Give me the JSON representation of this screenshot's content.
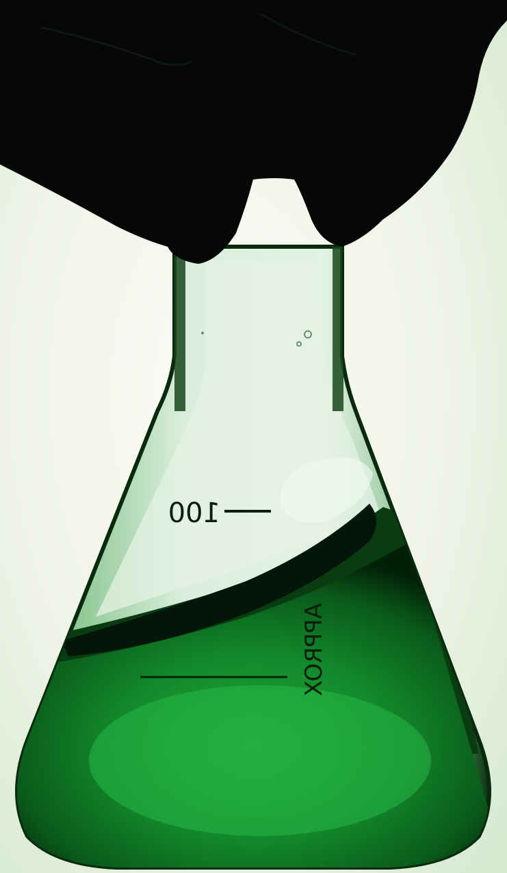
{
  "image": {
    "subject": "flask-with-green-liquid",
    "markings": {
      "volume_label": "100",
      "approx_label": "APPROX"
    },
    "colors": {
      "background_light": "#f3f5ec",
      "background_green_tint": "#d6ead0",
      "liquid_bright": "#1fa63a",
      "liquid_dark": "#063a10",
      "glass_tint": "#cfe6d2",
      "silhouette": "#050805"
    }
  }
}
